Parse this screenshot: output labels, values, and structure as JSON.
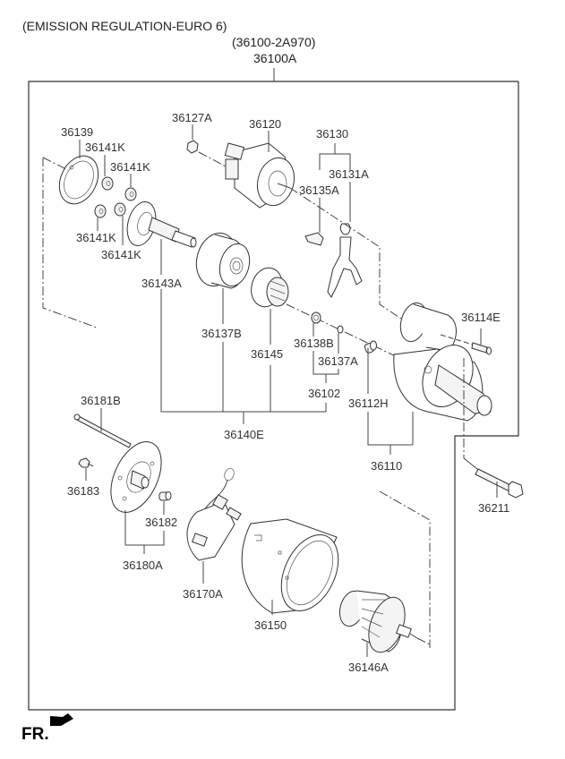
{
  "header": {
    "regulation_note": "(EMISSION REGULATION-EURO 6)",
    "assembly_part_number": "(36100-2A970)",
    "assembly_code": "36100A"
  },
  "parts": {
    "p36139": "36139",
    "p36141K_1": "36141K",
    "p36141K_2": "36141K",
    "p36141K_3": "36141K",
    "p36141K_4": "36141K",
    "p36143A": "36143A",
    "p36127A": "36127A",
    "p36120": "36120",
    "p36130": "36130",
    "p36131A": "36131A",
    "p36135A": "36135A",
    "p36137B": "36137B",
    "p36145": "36145",
    "p36138B": "36138B",
    "p36137A": "36137A",
    "p36102": "36102",
    "p36140E": "36140E",
    "p36114E": "36114E",
    "p36112H": "36112H",
    "p36110": "36110",
    "p36211": "36211",
    "p36181B": "36181B",
    "p36183": "36183",
    "p36182": "36182",
    "p36180A": "36180A",
    "p36170A": "36170A",
    "p36150": "36150",
    "p36146A": "36146A"
  },
  "orientation": {
    "label": "FR.",
    "icon": "front-direction-arrow-icon"
  }
}
